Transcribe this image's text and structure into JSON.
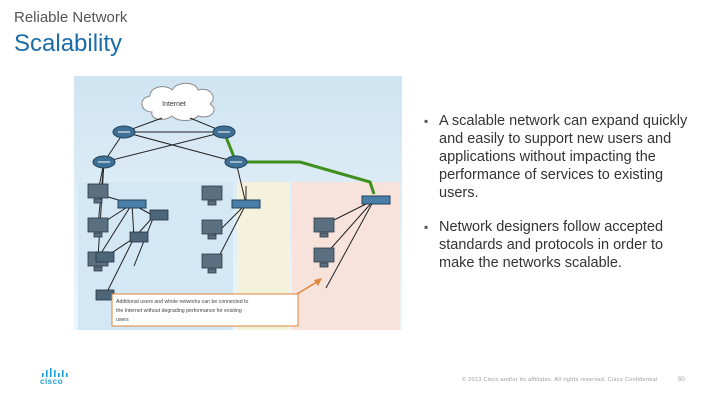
{
  "header": {
    "subtitle": "Reliable Network",
    "title": "Scalability"
  },
  "figure": {
    "cloud_label": "Internet",
    "callout_lines": [
      "Additional users and whole networks can be connected to",
      "the Internet without degrading performance for existing",
      "users"
    ],
    "colors": {
      "zone_blue": "#cfe4f2",
      "zone_yellow": "#f4f1dc",
      "zone_pink": "#f7e3dc",
      "highlight_link": "#3f8f1f",
      "callout_border": "#e0853a"
    }
  },
  "bullets": [
    "A scalable network can expand quickly and easily to support new users and applications without impacting the performance of services to existing users.",
    "Network designers follow accepted standards and protocols in order to make the networks scalable."
  ],
  "footer": {
    "copyright": "© 2013 Cisco and/or its affiliates. All rights reserved. Cisco Confidential",
    "page_number": "50",
    "logo_text": "cisco"
  }
}
